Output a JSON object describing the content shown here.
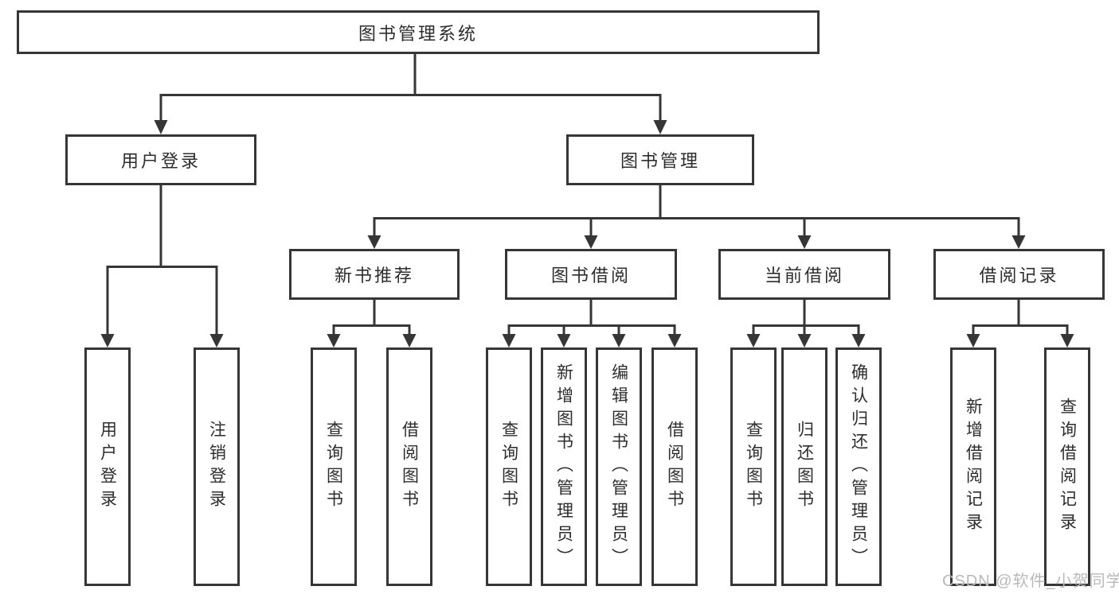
{
  "diagram": {
    "root": {
      "label": "图书管理系统"
    },
    "branches": {
      "user_login": {
        "label": "用户登录",
        "children": {
          "login": {
            "label": "用户登录"
          },
          "logout": {
            "label": "注销登录"
          }
        }
      },
      "book_mgmt": {
        "label": "图书管理",
        "children": {
          "new_book_rec": {
            "label": "新书推荐",
            "children": {
              "query_book": {
                "label": "查询图书"
              },
              "borrow_book": {
                "label": "借阅图书"
              }
            }
          },
          "book_borrow": {
            "label": "图书借阅",
            "children": {
              "query_book": {
                "label": "查询图书"
              },
              "add_book_admin": {
                "label": "新增图书（管理员）"
              },
              "edit_book_admin": {
                "label": "编辑图书（管理员）"
              },
              "borrow_book": {
                "label": "借阅图书"
              }
            }
          },
          "current_borrow": {
            "label": "当前借阅",
            "children": {
              "query_book": {
                "label": "查询图书"
              },
              "return_book": {
                "label": "归还图书"
              },
              "confirm_return_admin": {
                "label": "确认归还（管理员）"
              }
            }
          },
          "borrow_records": {
            "label": "借阅记录",
            "children": {
              "add_record": {
                "label": "新增借阅记录"
              },
              "query_record": {
                "label": "查询借阅记录"
              }
            }
          }
        }
      }
    }
  },
  "watermark": {
    "text": "CSDN @软件_小贺同学",
    "color": "#b9b9b9"
  },
  "colors": {
    "line": "#363636",
    "text": "#2d2d2d",
    "background": "#ffffff"
  }
}
